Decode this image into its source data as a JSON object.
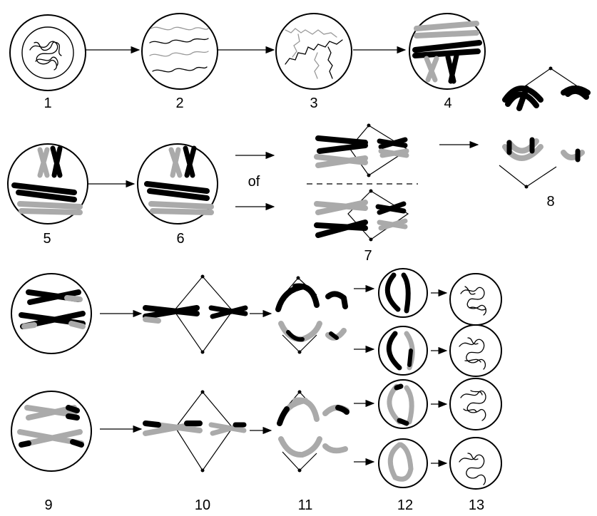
{
  "labels": [
    "1",
    "2",
    "3",
    "4",
    "5",
    "6",
    "7",
    "8",
    "9",
    "10",
    "11",
    "12",
    "13"
  ],
  "or_text": "of",
  "colors": {
    "dark": "#000000",
    "light": "#aaaaaa"
  }
}
